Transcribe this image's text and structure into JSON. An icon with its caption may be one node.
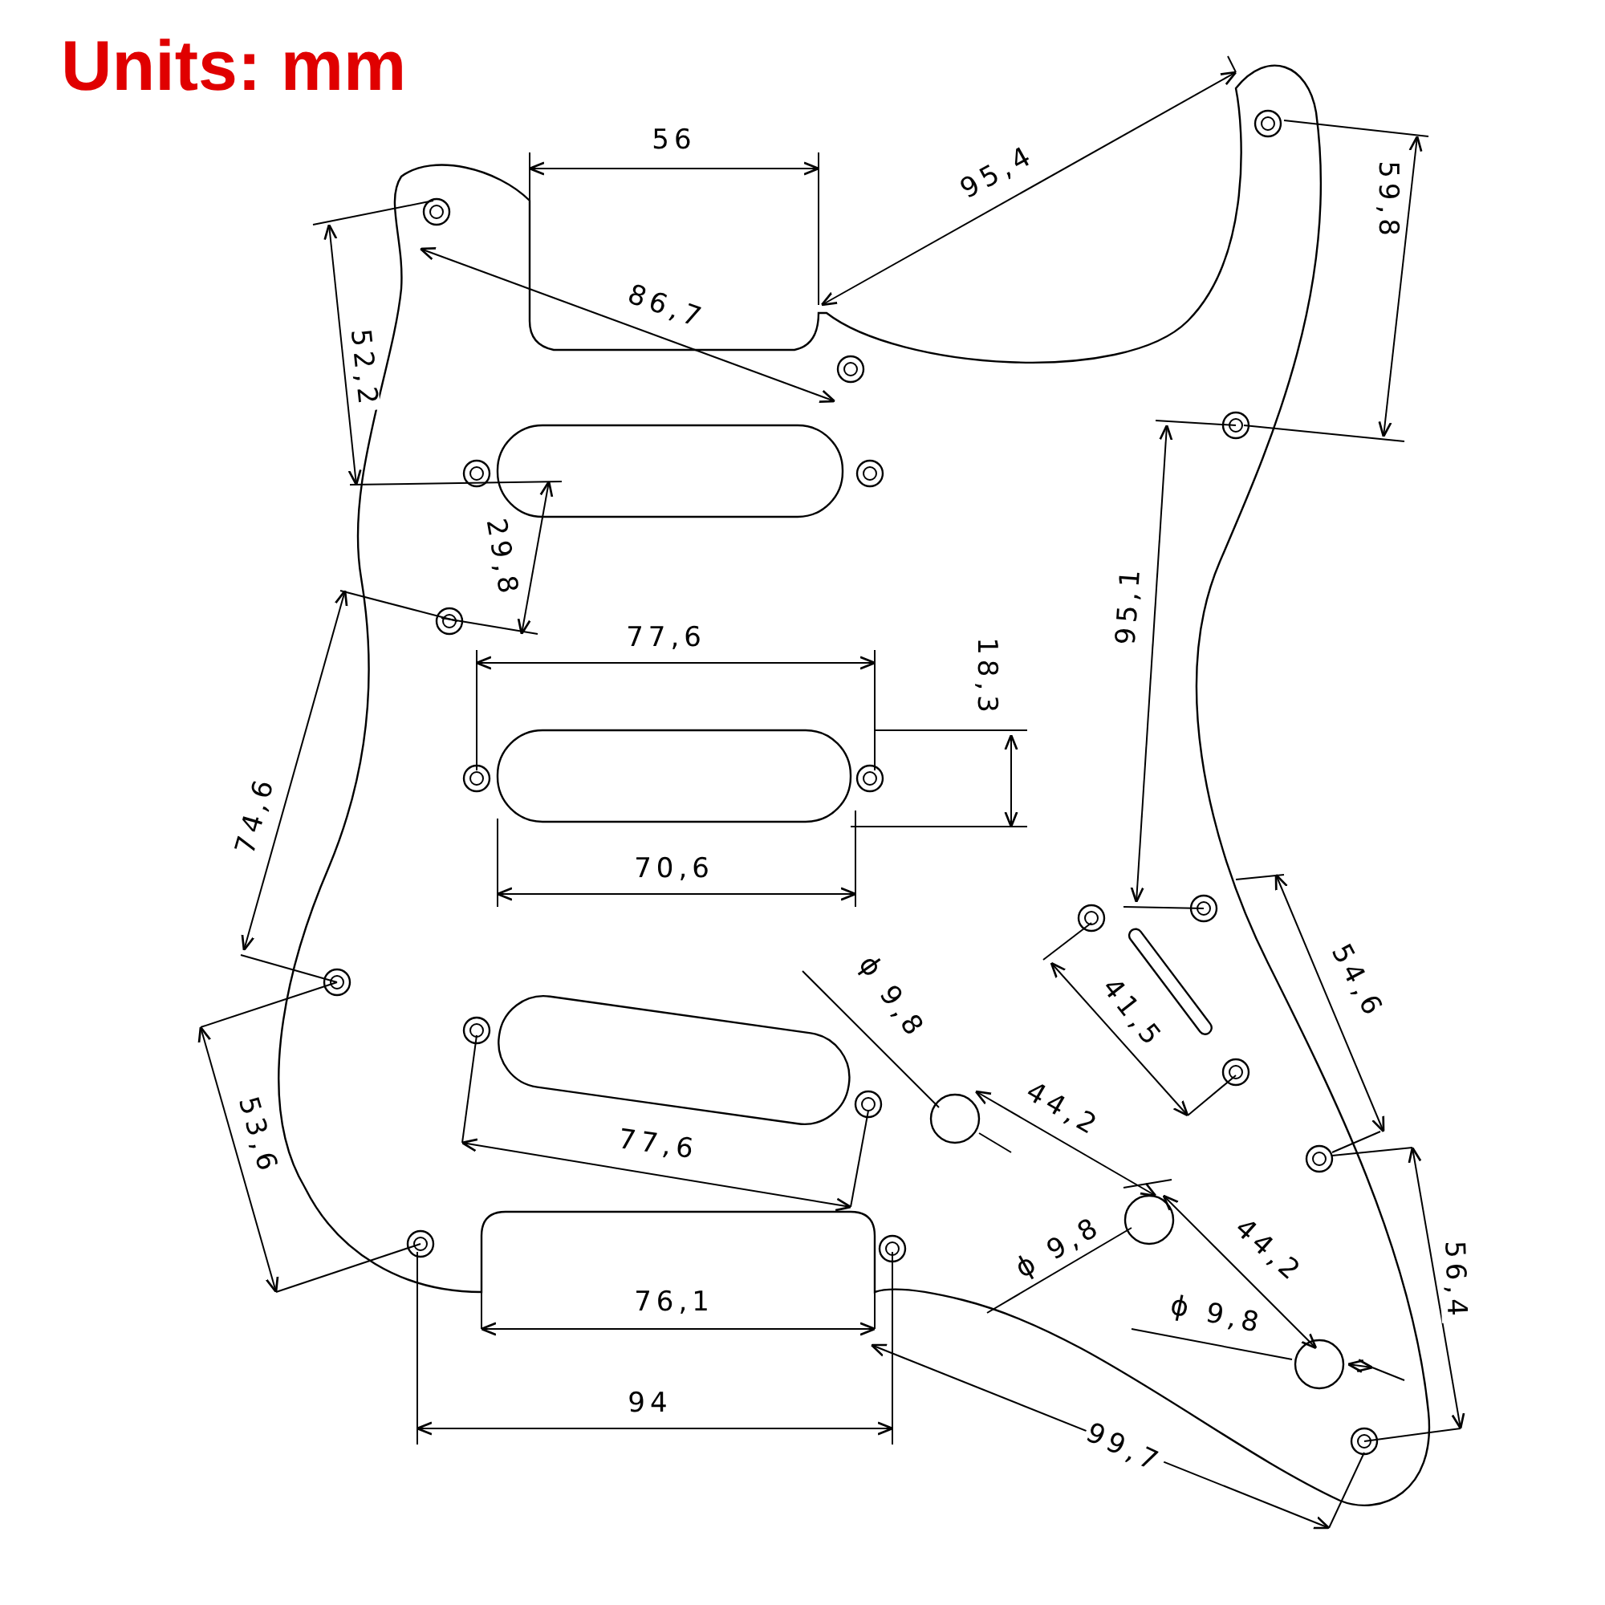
{
  "diagram": {
    "title": "Units: mm",
    "labels": [
      "56",
      "95,4",
      "59,8",
      "86,7",
      "52,2",
      "29,8",
      "95,1",
      "77,6",
      "18,3",
      "74,6",
      "70,6",
      "ϕ 9,8",
      "54,6",
      "41,5",
      "44,2",
      "53,6",
      "77,6",
      "ϕ 9,8",
      "44,2",
      "56,4",
      "ϕ 9,8",
      "76,1",
      "94",
      "99,7"
    ]
  }
}
